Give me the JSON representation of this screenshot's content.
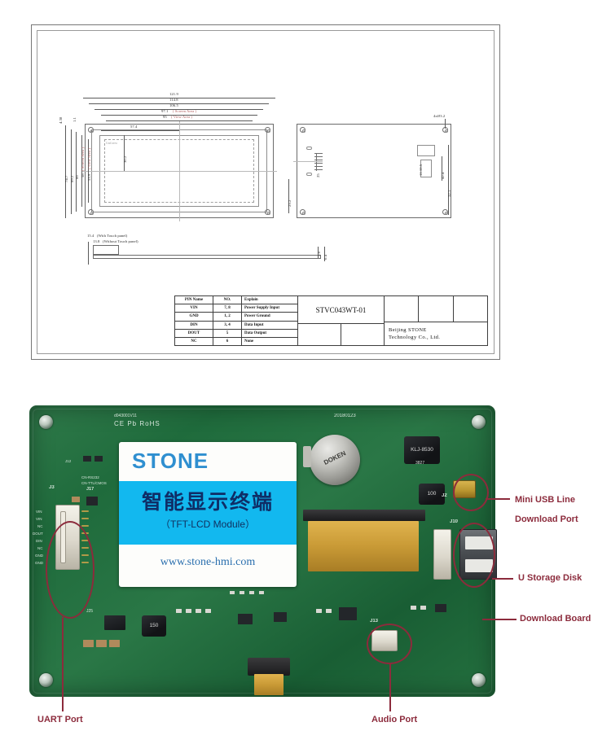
{
  "drawing": {
    "model_number": "STVC043WT-01",
    "company": "Beijing STONE\nTechnology Co., Ltd.",
    "gnd_area_label": "Gnd area",
    "hole_callout": "4xØ3.2",
    "horizontal_dims": [
      {
        "value": "121.9",
        "note": ""
      },
      {
        "value": "114.8",
        "note": ""
      },
      {
        "value": "106.5",
        "note": ""
      },
      {
        "value": "97.1",
        "note": "( Screen Area )"
      },
      {
        "value": "95",
        "note": "( View Area )"
      },
      {
        "value": "57.4",
        "note": ""
      }
    ],
    "vertical_dims": [
      {
        "value": "74.7",
        "note": ""
      },
      {
        "value": "69.2",
        "note": ""
      },
      {
        "value": "66",
        "note": ""
      },
      {
        "value": "58",
        "note": "( Screen Area )"
      },
      {
        "value": "53.9",
        "note": "( View Area )"
      },
      {
        "value": "30.2",
        "note": ""
      }
    ],
    "corner_dims": [
      "4.38",
      "1.1"
    ],
    "side_view_dims": [
      {
        "value": "15.4",
        "note": "(With Touch panel)"
      },
      {
        "value": "13.8",
        "note": "(Without Touch panel)"
      },
      {
        "value": "1.6",
        "note": ""
      },
      {
        "value": "0.4",
        "note": ""
      }
    ],
    "rear_dims": [
      "32.1",
      "42.4",
      "23.2",
      "25",
      "11.10.5"
    ],
    "pin_table": {
      "headers": [
        "PIN Name",
        "NO.",
        "Explain"
      ],
      "rows": [
        {
          "name": "VIN",
          "no": "7, 8",
          "explain": "Power Supply Input"
        },
        {
          "name": "GND",
          "no": "1, 2",
          "explain": "Power Ground"
        },
        {
          "name": "DIN",
          "no": "3, 4",
          "explain": "Data Input"
        },
        {
          "name": "DOUT",
          "no": "5",
          "explain": "Data Output"
        },
        {
          "name": "NC",
          "no": "6",
          "explain": "None"
        }
      ]
    }
  },
  "pcb": {
    "label": {
      "brand": "STONE",
      "chinese": "智能显示终端",
      "subtitle": "（TFT-LCD Module）",
      "url": "www.stone-hmi.com"
    },
    "silkscreen": {
      "board_rev": "d043001V11",
      "date_code": "20180123",
      "cert_marks": "CE Pb RoHS",
      "connector_j3": "J3",
      "connector_j2": "J2",
      "connector_j10": "J10",
      "connector_j13": "J13",
      "connector_j12": "J12",
      "connector_j17": "J17",
      "connector_j25": "J25",
      "cn_rs232": "CN-RS232",
      "cn_ttl": "CN-TTL/CMOS",
      "inductor_1": "KLJ-8530",
      "inductor_2": "100",
      "inductor_3": "150",
      "battery_text": "DOKEN",
      "ic_code": "3827"
    },
    "j3_pins": [
      "VIN",
      "VIN",
      "NC",
      "DOUT",
      "DIN",
      "NC",
      "GND",
      "GND"
    ],
    "annotations": [
      {
        "id": "mini-usb",
        "label": "Mini USB Line",
        "label2": "Download Port"
      },
      {
        "id": "u-storage",
        "label": "U Storage Disk",
        "label2": ""
      },
      {
        "id": "download-board",
        "label": "Download Board",
        "label2": ""
      },
      {
        "id": "uart-port",
        "label": "UART Port",
        "label2": ""
      },
      {
        "id": "audio-port",
        "label": "Audio Port",
        "label2": ""
      }
    ],
    "accent_color": "#8c2b3c"
  }
}
